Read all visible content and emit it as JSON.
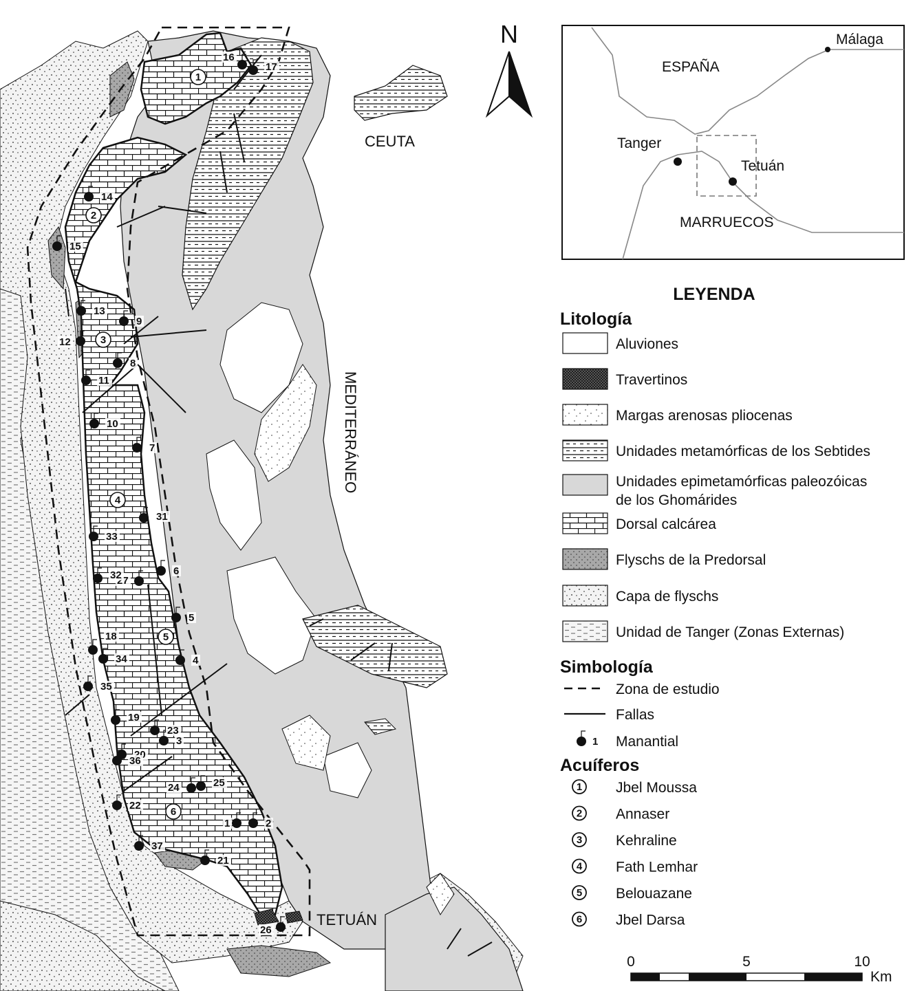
{
  "map": {
    "labels": {
      "ceuta": "CEUTA",
      "mediterraneo": "MEDITERRÁNEO",
      "tetuan": "TETUÁN",
      "north": "N"
    },
    "springs": [
      "1",
      "2",
      "3",
      "4",
      "5",
      "6",
      "7",
      "8",
      "9",
      "10",
      "11",
      "12",
      "13",
      "14",
      "15",
      "16",
      "17",
      "18",
      "19",
      "20",
      "21",
      "22",
      "23",
      "24",
      "25",
      "26",
      "27",
      "31",
      "32",
      "33",
      "34",
      "35",
      "36",
      "37"
    ],
    "aquifer_numbers": [
      "1",
      "2",
      "3",
      "4",
      "5",
      "6"
    ]
  },
  "inset": {
    "espana": "ESPAÑA",
    "malaga": "Málaga",
    "tanger": "Tanger",
    "tetuan": "Tetuán",
    "marruecos": "MARRUECOS"
  },
  "legend": {
    "title": "LEYENDA",
    "lithology_title": "Litología",
    "lithology": [
      {
        "label": "Aluviones",
        "pattern": "white"
      },
      {
        "label": "Travertinos",
        "pattern": "crosshatch"
      },
      {
        "label": "Margas arenosas pliocenas",
        "pattern": "sparse-dots"
      },
      {
        "label": "Unidades metamórficas de los Sebtides",
        "pattern": "dashed-hatch"
      },
      {
        "label_line1": "Unidades epimetamórficas paleozóicas",
        "label_line2": "de los Ghomárides",
        "pattern": "grey"
      },
      {
        "label": "Dorsal calcárea",
        "pattern": "brick"
      },
      {
        "label": "Flyschs de la Predorsal",
        "pattern": "grey-dots"
      },
      {
        "label": "Capa de flyschs",
        "pattern": "dots"
      },
      {
        "label": "Unidad de Tanger (Zonas Externas)",
        "pattern": "light-dash"
      }
    ],
    "symbology_title": "Simbología",
    "symbology": {
      "study_zone": "Zona de estudio",
      "faults": "Fallas",
      "spring_number": "1",
      "spring": "Manantial"
    },
    "aquifers_title": "Acuíferos",
    "aquifers": [
      {
        "num": "1",
        "name": "Jbel Moussa"
      },
      {
        "num": "2",
        "name": "Annaser"
      },
      {
        "num": "3",
        "name": "Kehraline"
      },
      {
        "num": "4",
        "name": "Fath Lemhar"
      },
      {
        "num": "5",
        "name": "Belouazane"
      },
      {
        "num": "6",
        "name": "Jbel Darsa"
      }
    ]
  },
  "scale": {
    "ticks": [
      "0",
      "5",
      "10"
    ],
    "unit": "Km"
  },
  "colors": {
    "grey_unit": "#d8d8d8",
    "predorsal": "#a8a8a8",
    "outline": "#111111"
  }
}
